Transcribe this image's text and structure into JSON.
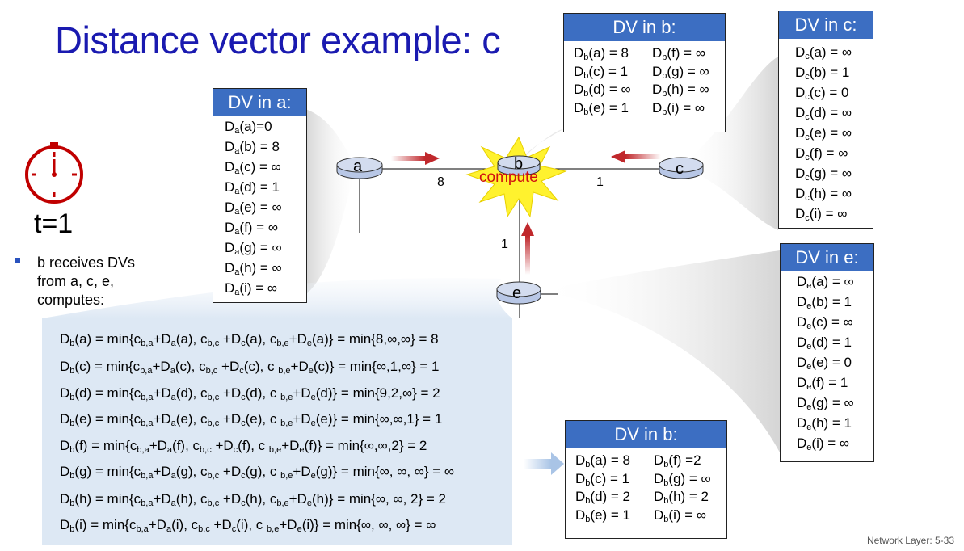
{
  "title": "Distance vector example: c",
  "time_label": "t=1",
  "bullet": "b receives DVs from a, c, e, computes:",
  "compute_label": "compute",
  "footer": "Network Layer: 5-33",
  "nodes": {
    "a": "a",
    "b": "b",
    "c": "c",
    "e": "e"
  },
  "link_costs": {
    "ab": "8",
    "bc": "1",
    "be": "1"
  },
  "dv_a": {
    "header": "DV in a:",
    "rows": [
      {
        "sub": "a",
        "arg": "a",
        "val": "=0"
      },
      {
        "sub": "a",
        "arg": "b",
        "val": " = 8"
      },
      {
        "sub": "a",
        "arg": "c",
        "val": " = ∞"
      },
      {
        "sub": "a",
        "arg": "d",
        "val": " = 1"
      },
      {
        "sub": "a",
        "arg": "e",
        "val": " = ∞"
      },
      {
        "sub": "a",
        "arg": "f",
        "val": " = ∞"
      },
      {
        "sub": "a",
        "arg": "g",
        "val": " = ∞"
      },
      {
        "sub": "a",
        "arg": "h",
        "val": " = ∞"
      },
      {
        "sub": "a",
        "arg": "i",
        "val": " = ∞"
      }
    ]
  },
  "dv_b_old": {
    "header": "DV in b:",
    "rows": [
      {
        "sub": "b",
        "arg": "a",
        "val": " = 8"
      },
      {
        "sub": "b",
        "arg": "f",
        "val": " = ∞"
      },
      {
        "sub": "b",
        "arg": "c",
        "val": " = 1"
      },
      {
        "sub": "b",
        "arg": "g",
        "val": " = ∞"
      },
      {
        "sub": "b",
        "arg": "d",
        "val": " = ∞"
      },
      {
        "sub": "b",
        "arg": "h",
        "val": " = ∞"
      },
      {
        "sub": "b",
        "arg": "e",
        "val": " = 1"
      },
      {
        "sub": "b",
        "arg": "i",
        "val": " = ∞"
      }
    ]
  },
  "dv_c": {
    "header": "DV in c:",
    "rows": [
      {
        "sub": "c",
        "arg": "a",
        "val": " = ∞"
      },
      {
        "sub": "c",
        "arg": "b",
        "val": " = 1"
      },
      {
        "sub": "c",
        "arg": "c",
        "val": " = 0"
      },
      {
        "sub": "c",
        "arg": "d",
        "val": " = ∞"
      },
      {
        "sub": "c",
        "arg": "e",
        "val": " = ∞"
      },
      {
        "sub": "c",
        "arg": "f",
        "val": " = ∞"
      },
      {
        "sub": "c",
        "arg": "g",
        "val": " = ∞"
      },
      {
        "sub": "c",
        "arg": "h",
        "val": " = ∞"
      },
      {
        "sub": "c",
        "arg": "i",
        "val": " = ∞"
      }
    ]
  },
  "dv_e": {
    "header": "DV in e:",
    "rows": [
      {
        "sub": "e",
        "arg": "a",
        "val": " = ∞"
      },
      {
        "sub": "e",
        "arg": "b",
        "val": " = 1"
      },
      {
        "sub": "e",
        "arg": "c",
        "val": " = ∞"
      },
      {
        "sub": "e",
        "arg": "d",
        "val": " = 1"
      },
      {
        "sub": "e",
        "arg": "e",
        "val": " = 0"
      },
      {
        "sub": "e",
        "arg": "f",
        "val": " = 1"
      },
      {
        "sub": "e",
        "arg": "g",
        "val": " = ∞"
      },
      {
        "sub": "e",
        "arg": "h",
        "val": " = 1"
      },
      {
        "sub": "e",
        "arg": "i",
        "val": " = ∞"
      }
    ]
  },
  "dv_b_new": {
    "header": "DV in b:",
    "rows": [
      {
        "sub": "b",
        "arg": "a",
        "val": " = 8"
      },
      {
        "sub": "b",
        "arg": "f",
        "val": " =2"
      },
      {
        "sub": "b",
        "arg": "c",
        "val": " = 1"
      },
      {
        "sub": "b",
        "arg": "g",
        "val": " = ∞"
      },
      {
        "sub": "b",
        "arg": "d",
        "val": " = 2"
      },
      {
        "sub": "b",
        "arg": "h",
        "val": " = 2"
      },
      {
        "sub": "b",
        "arg": "e",
        "val": " = 1"
      },
      {
        "sub": "b",
        "arg": "i",
        "val": " = ∞"
      }
    ]
  },
  "calc_lines": [
    {
      "dest": "a",
      "sep3": "",
      "result": "min{8,∞,∞} = 8"
    },
    {
      "dest": "c",
      "sep3": " ",
      "result": "min{∞,1,∞} = 1"
    },
    {
      "dest": "d",
      "sep3": " ",
      "result": "min{9,2,∞} = 2"
    },
    {
      "dest": "e",
      "sep3": " ",
      "result": "min{∞,∞,1} = 1"
    },
    {
      "dest": "f",
      "sep3": " ",
      "result": "min{∞,∞,2} = 2"
    },
    {
      "dest": "g",
      "sep3": " ",
      "result": "min{∞, ∞, ∞} = ∞"
    },
    {
      "dest": "h",
      "sep3": "",
      "result": "min{∞, ∞, 2} = 2"
    },
    {
      "dest": "i",
      "sep3": " ",
      "result": "min{∞, ∞, ∞} = ∞"
    }
  ],
  "colors": {
    "title": "#1a1ab0",
    "dv_header": "#3c6ec2",
    "arrow": "#c0282c",
    "clock": "#c00000",
    "compute": "#d01010",
    "calc_bg": "#dde8f4"
  }
}
